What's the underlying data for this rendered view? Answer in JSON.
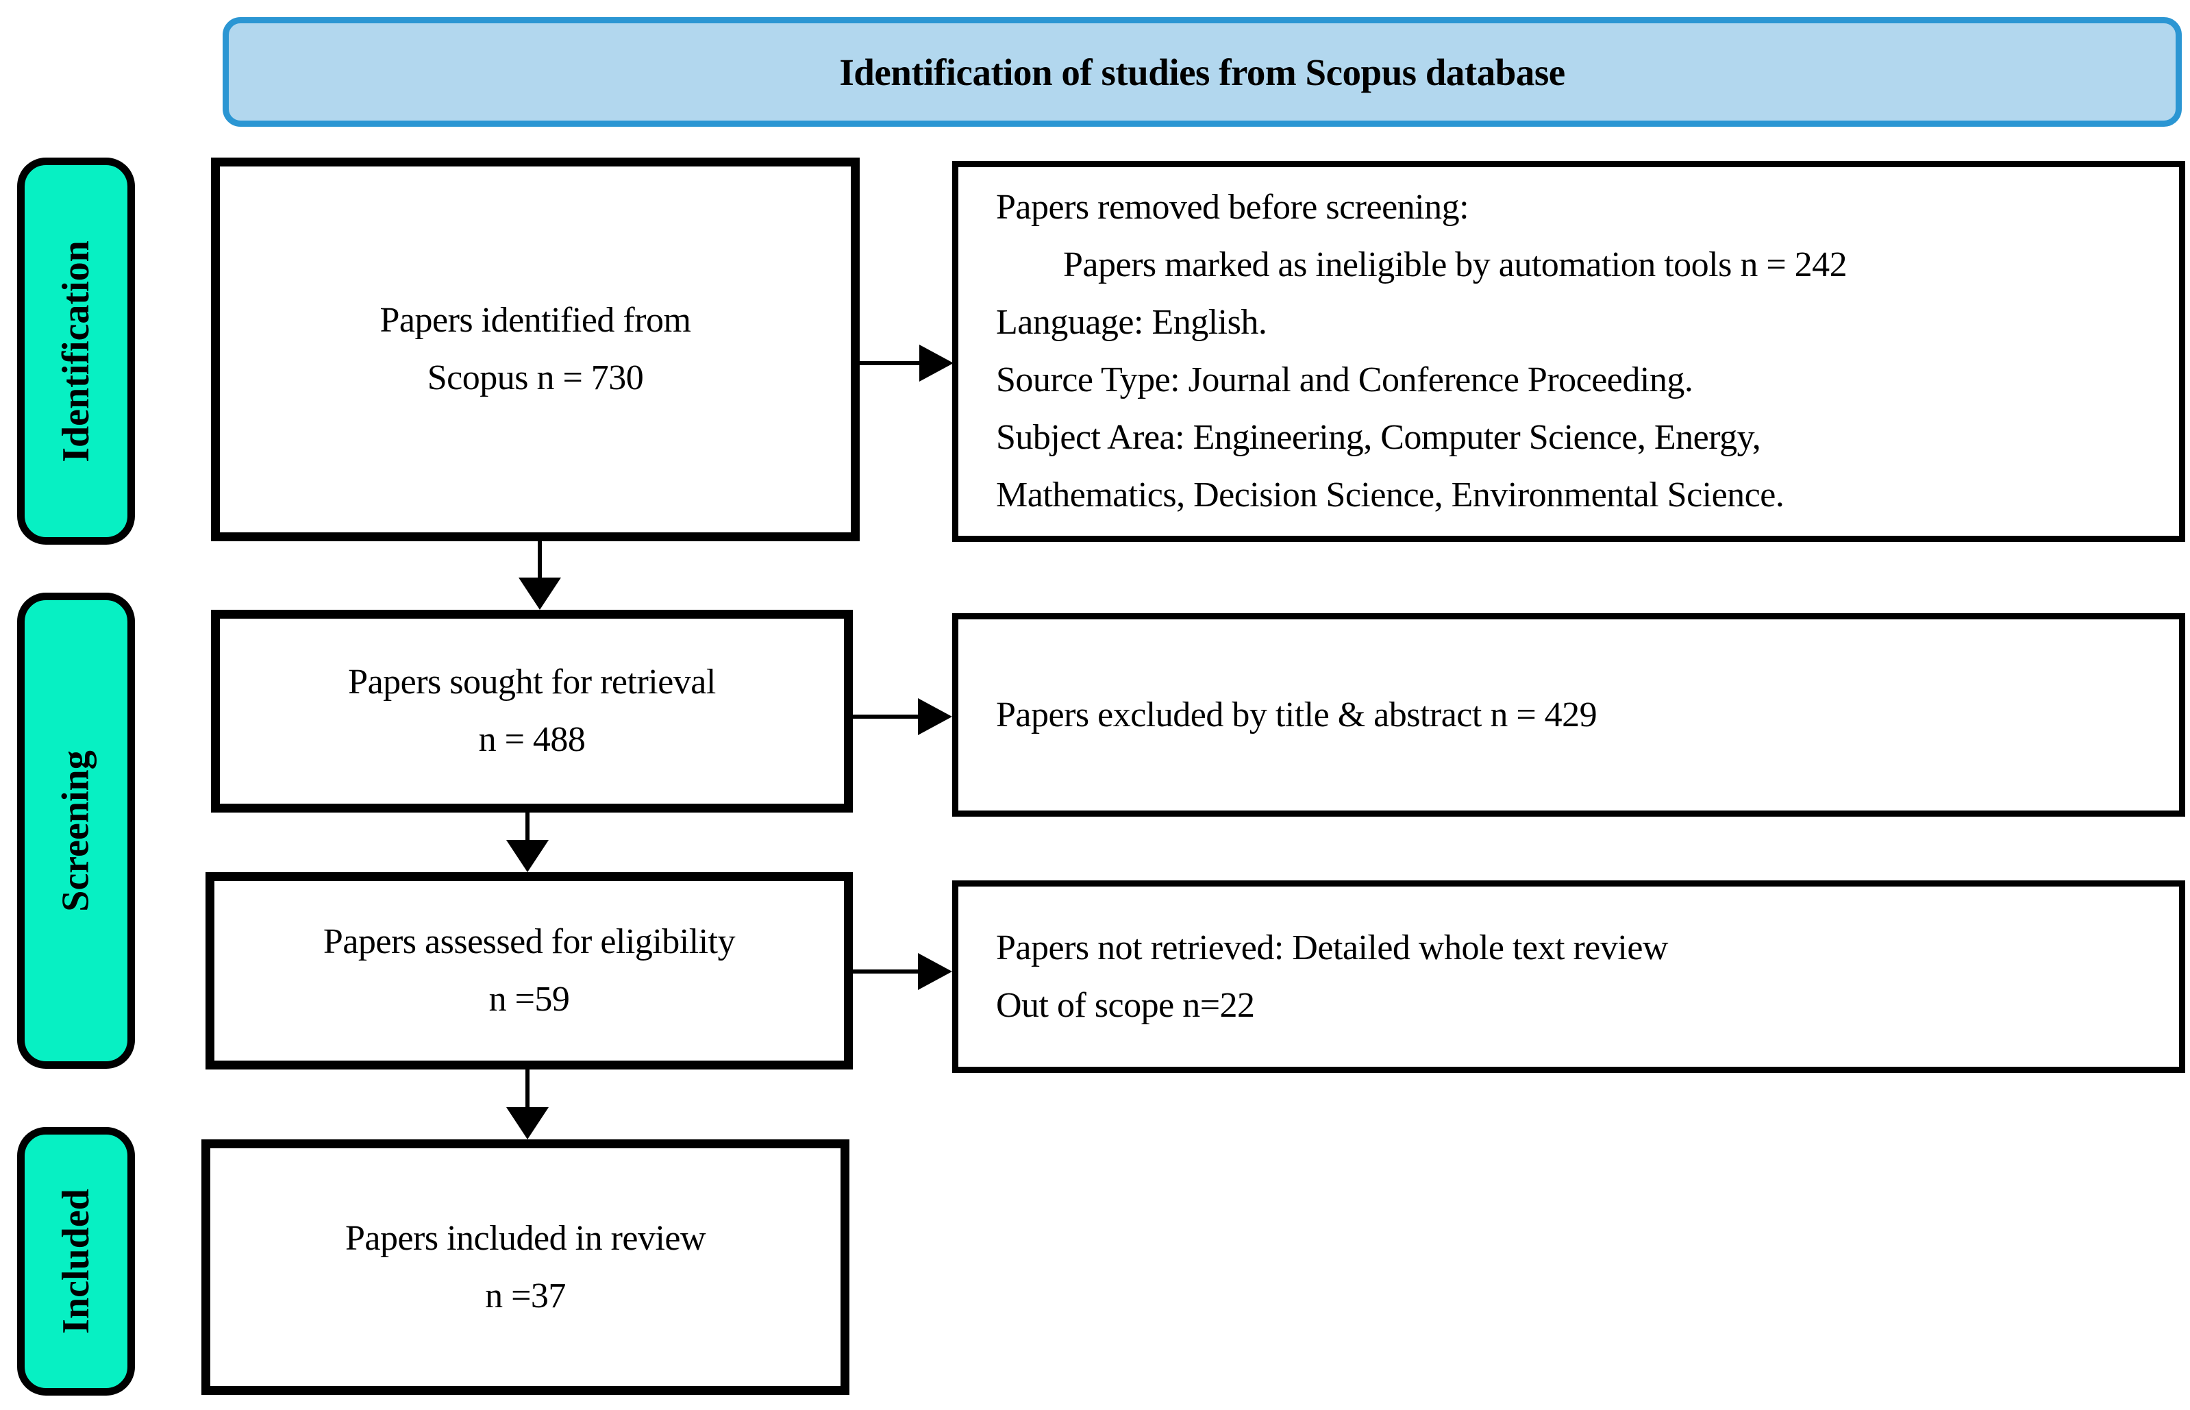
{
  "title": "Identification of studies from Scopus database",
  "colors": {
    "banner_fill": "#b2d7ee",
    "banner_border": "#2b96d3",
    "stage_fill": "#07f0c3",
    "box_border": "#000000",
    "box_fill": "#ffffff"
  },
  "stages": [
    {
      "label": "Identification"
    },
    {
      "label": "Screening"
    },
    {
      "label": "Included"
    }
  ],
  "flow_boxes": [
    {
      "lines": [
        "Papers identified from",
        "Scopus n = 730"
      ]
    },
    {
      "lines": [
        "Papers sought for retrieval",
        "n = 488"
      ]
    },
    {
      "lines": [
        "Papers assessed for eligibility",
        "n =59"
      ]
    },
    {
      "lines": [
        "Papers included in review",
        "n =37"
      ]
    }
  ],
  "side_boxes": [
    {
      "lines": [
        "Papers removed before screening:",
        "Papers marked as ineligible by automation tools n = 242",
        "Language: English.",
        "Source Type: Journal and Conference Proceeding.",
        "Subject Area: Engineering, Computer Science, Energy,",
        "Mathematics, Decision Science, Environmental Science."
      ]
    },
    {
      "lines": [
        "Papers excluded by title & abstract n = 429"
      ]
    },
    {
      "lines": [
        "Papers not retrieved: Detailed whole text review",
        "Out of scope n=22"
      ]
    }
  ]
}
